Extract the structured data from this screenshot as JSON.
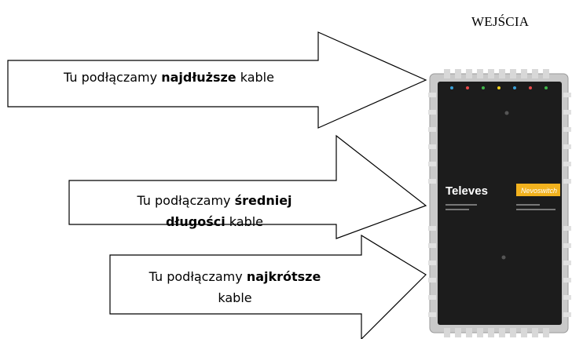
{
  "heading": "WEJŚCIA",
  "arrows": [
    {
      "prefix": "Tu podłączamy ",
      "bold": "najdłuższe",
      "suffix": " kable"
    },
    {
      "prefix": "Tu podłączamy ",
      "bold": "średniej długości",
      "suffix": " kable",
      "line1_prefix": "Tu podłączamy ",
      "line1_bold": "średniej",
      "line2_bold": "długości",
      "line2_suffix": " kable"
    },
    {
      "prefix": "Tu podłączamy ",
      "bold": "najkrótsze",
      "suffix": " kable",
      "line1_prefix": "Tu podłączamy ",
      "line1_bold": "najkrótsze",
      "line2_suffix": "kable"
    }
  ],
  "device": {
    "brand": "Televes",
    "product_label": "Nevoswitch",
    "colors": {
      "body": "#1c1c1c",
      "frame": "#cfcfcf",
      "label_bg": "#f2b21e"
    }
  }
}
